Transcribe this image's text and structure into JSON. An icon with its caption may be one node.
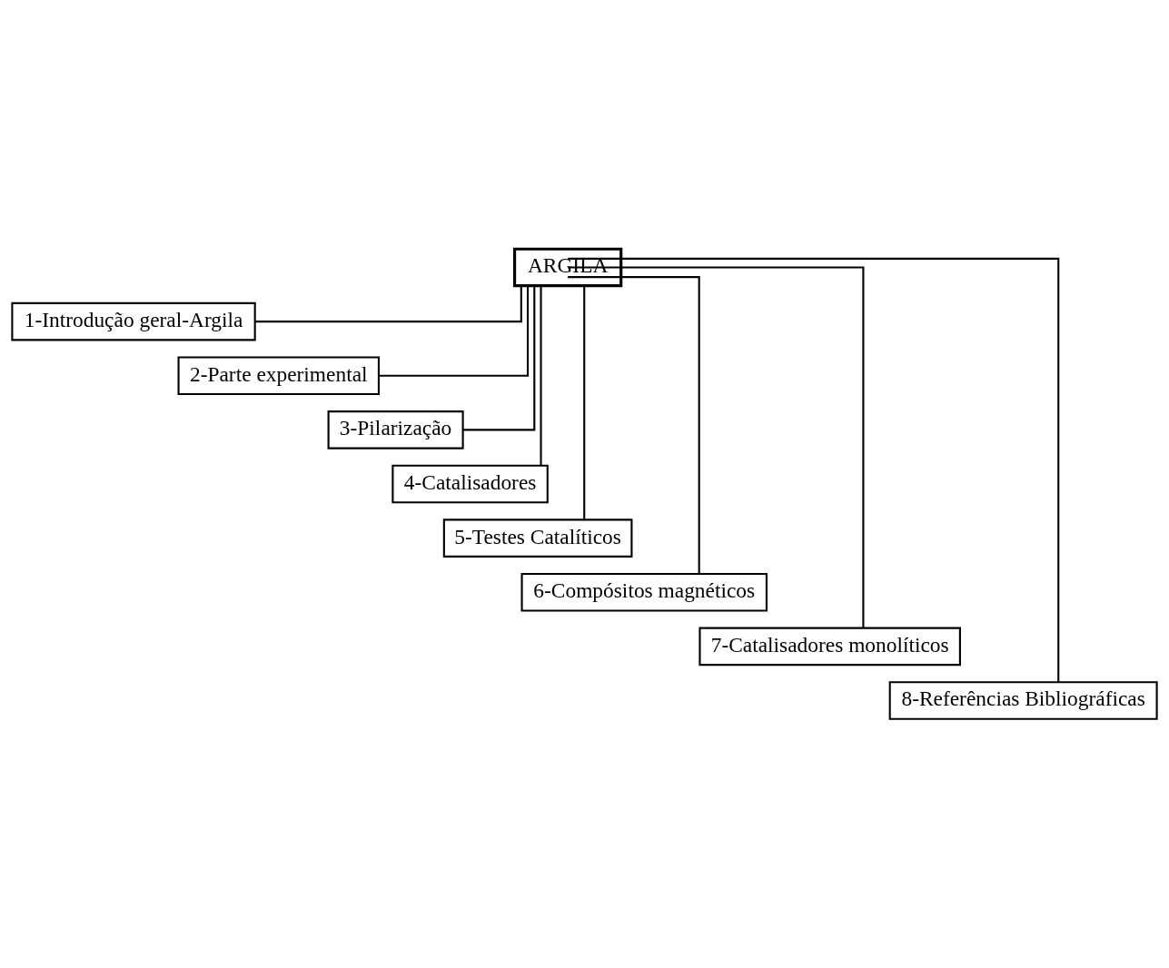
{
  "diagram": {
    "nodes": [
      {
        "text": [
          "ARGILA"
        ]
      },
      {
        "text": [
          "1-Introdução geral-Argila"
        ]
      },
      {
        "text": [
          "2-Parte experimental"
        ]
      },
      {
        "text": [
          "3-Pilarização"
        ]
      },
      {
        "text": [
          "4-Catalisadores"
        ]
      },
      {
        "text": [
          "5-Testes Catalíticos"
        ]
      },
      {
        "text": [
          "6-Compósitos magnéticos"
        ]
      },
      {
        "text": [
          "7-Catalisadores monolíticos"
        ]
      },
      {
        "text": [
          "8-Referências Bibliográficas"
        ]
      }
    ],
    "edges": [
      {
        "from": 0,
        "to": 1,
        "arrow": "none"
      },
      {
        "from": 0,
        "to": 2,
        "arrow": "none"
      },
      {
        "from": 0,
        "to": 3,
        "arrow": "none"
      },
      {
        "from": 0,
        "to": 4,
        "arrow": "none"
      },
      {
        "from": 0,
        "to": 5,
        "arrow": "none"
      },
      {
        "from": 0,
        "to": 6,
        "arrow": "none"
      },
      {
        "from": 0,
        "to": 7,
        "arrow": "none"
      },
      {
        "from": 0,
        "to": 8,
        "arrow": "none"
      }
    ]
  }
}
